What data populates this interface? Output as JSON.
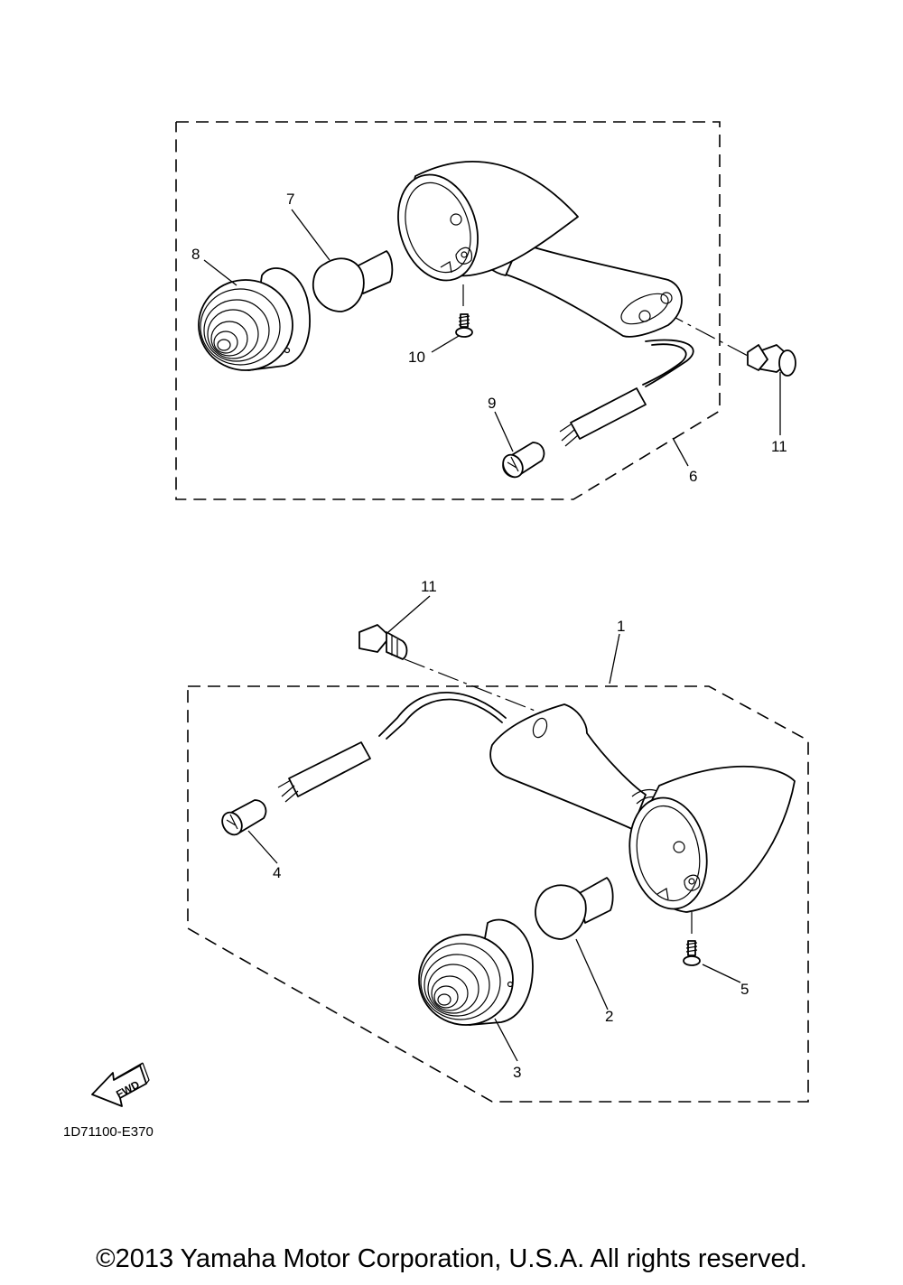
{
  "diagram": {
    "part_numbers": {
      "p1": "1",
      "p2": "2",
      "p3": "3",
      "p4": "4",
      "p5": "5",
      "p6": "6",
      "p7": "7",
      "p8": "8",
      "p9": "9",
      "p10": "10",
      "p11_top": "11",
      "p11_bottom": "11"
    },
    "direction_label": "FWD",
    "drawing_code": "1D71100-E370"
  },
  "footer": {
    "copyright": "©2013 Yamaha Motor Corporation, U.S.A. All rights reserved."
  }
}
